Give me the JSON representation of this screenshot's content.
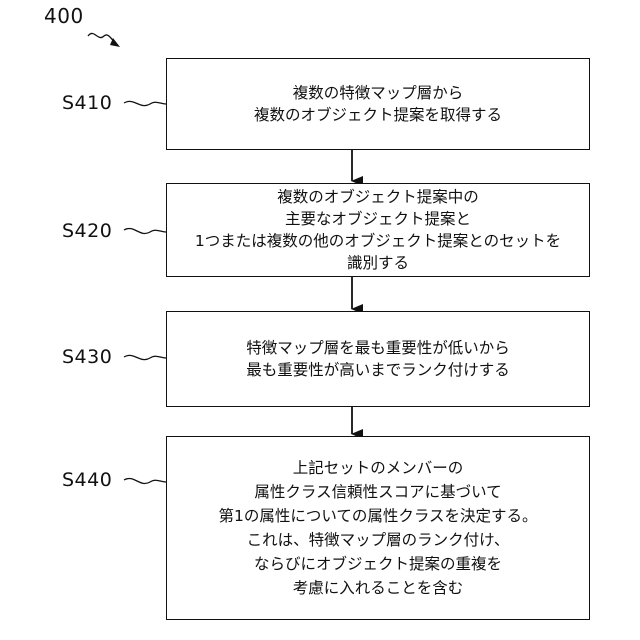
{
  "figure": {
    "number": "400"
  },
  "steps": [
    {
      "label": "S410",
      "lines": [
        "複数の特徴マップ層から",
        "複数のオブジェクト提案を取得する"
      ]
    },
    {
      "label": "S420",
      "lines": [
        "複数のオブジェクト提案中の",
        "主要なオブジェクト提案と",
        "1つまたは複数の他のオブジェクト提案とのセットを",
        "識別する"
      ]
    },
    {
      "label": "S430",
      "lines": [
        "特徴マップ層を最も重要性が低いから",
        "最も重要性が高いまでランク付けする"
      ]
    },
    {
      "label": "S440",
      "lines": [
        "上記セットのメンバーの",
        "属性クラス信頼性スコアに基づいて",
        "第1の属性についての属性クラスを決定する。",
        "これは、特徴マップ層のランク付け、",
        "ならびにオブジェクト提案の重複を",
        "考慮に入れることを含む"
      ]
    }
  ]
}
